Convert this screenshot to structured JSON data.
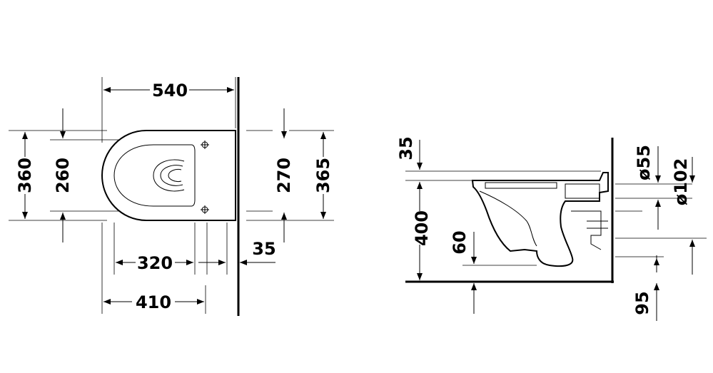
{
  "top_view": {
    "width_overall": "540",
    "height_outer": "360",
    "height_inner": "260",
    "bolt_spacing": "270",
    "height_right": "365",
    "seat_depth": "320",
    "wall_offset": "35",
    "total_depth": "410"
  },
  "side_view": {
    "rim_height": "35",
    "bowl_height": "400",
    "trap_height": "60",
    "inlet_diameter": "ø55",
    "outlet_diameter": "ø102",
    "outlet_height": "95"
  },
  "colors": {
    "line": "#000000",
    "background": "#ffffff"
  }
}
